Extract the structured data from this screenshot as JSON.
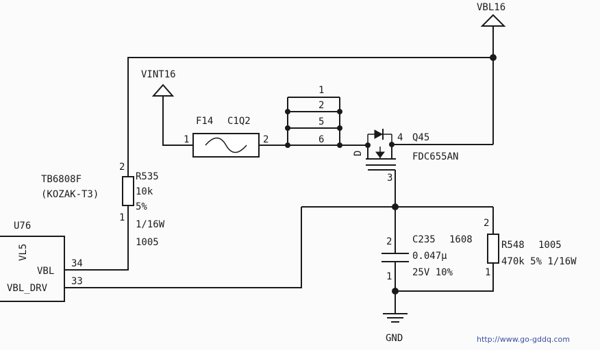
{
  "power": {
    "vbl": "VBL16",
    "vint": "VINT16",
    "gnd": "GND"
  },
  "ic": {
    "ref": "U76",
    "part": "TB6808F",
    "package": "(KOZAK-T3)",
    "side_label": "VL5",
    "pins": [
      {
        "name": "VBL",
        "number": "34"
      },
      {
        "name": "VBL_DRV",
        "number": "33"
      }
    ]
  },
  "r535": {
    "ref": "R535",
    "value": "10k",
    "tolerance": "5%",
    "power": "1/16W",
    "size": "1005",
    "pin_top": "2",
    "pin_bottom": "1"
  },
  "fuse": {
    "ref": "F14",
    "part": "C1Q2",
    "pin_left": "1",
    "pin_right": "2"
  },
  "q45": {
    "ref": "Q45",
    "part": "FDC655AN",
    "pin_source_numbers": [
      "1",
      "2",
      "5",
      "6"
    ],
    "pin_drain": "4",
    "pin_gate": "3",
    "drain_letter": "D"
  },
  "c235": {
    "ref": "C235",
    "size": "1608",
    "value": "0.047μ",
    "rating": "25V 10%",
    "pin_top": "2",
    "pin_bottom": "1"
  },
  "r548": {
    "ref": "R548",
    "size": "1005",
    "spec": "470k 5% 1/16W",
    "pin_top": "2",
    "pin_bottom": "1"
  },
  "watermark": "http://www.go-gddq.com",
  "colors": {
    "ink": "#1a1a1a",
    "paper": "#fbfbfb",
    "watermark": "#3a4fa0"
  }
}
